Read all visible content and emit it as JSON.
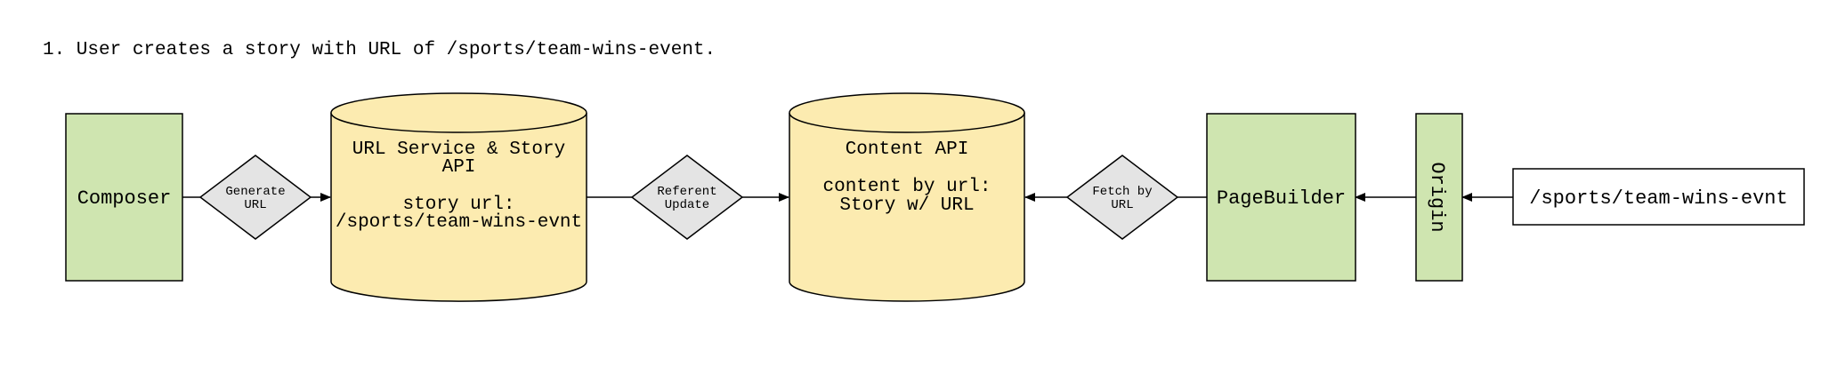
{
  "heading": "1. User creates a story with URL of /sports/team-wins-event.",
  "nodes": {
    "composer": {
      "label": "Composer"
    },
    "generate_url": {
      "line1": "Generate",
      "line2": "URL"
    },
    "url_service": {
      "title_line1": "URL Service & Story",
      "title_line2": "API",
      "body_line1": "story url:",
      "body_line2": "/sports/team-wins-evnt"
    },
    "referent_update": {
      "line1": "Referent",
      "line2": "Update"
    },
    "content_api": {
      "title": "Content API",
      "body_line1": "content by url:",
      "body_line2": "Story w/ URL"
    },
    "fetch_by_url": {
      "line1": "Fetch by",
      "line2": "URL"
    },
    "pagebuilder": {
      "label": "PageBuilder"
    },
    "origin": {
      "label": "Origin"
    },
    "request_url": {
      "label": "/sports/team-wins-evnt"
    }
  },
  "colors": {
    "service_fill": "#cfe5b0",
    "datastore_fill": "#fcebb0",
    "decision_fill": "#e4e4e4"
  }
}
